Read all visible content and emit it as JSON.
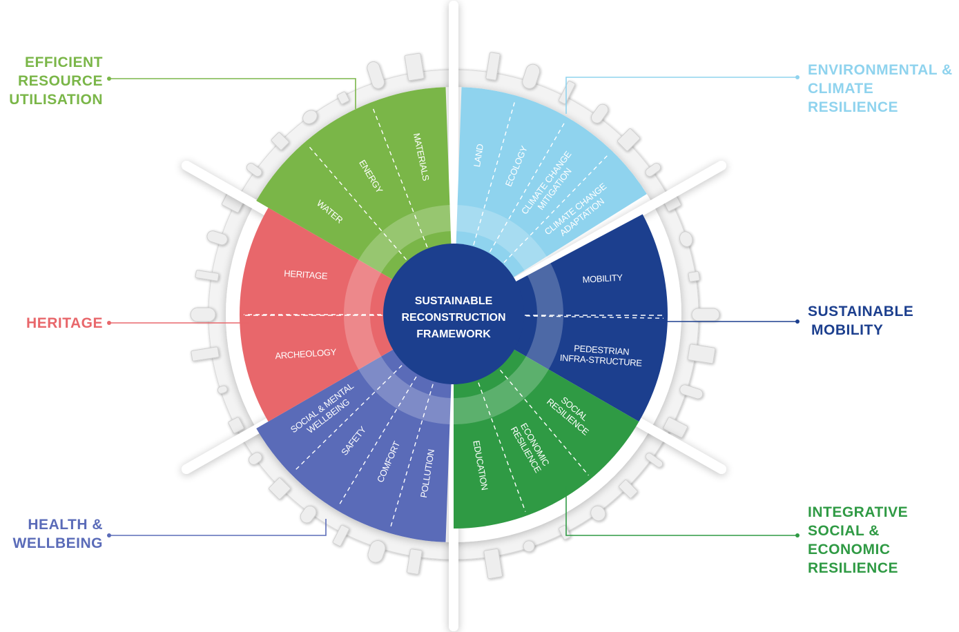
{
  "center": {
    "lines": [
      "SUSTAINABLE",
      "RECONSTRUCTION",
      "FRAMEWORK"
    ]
  },
  "categories": [
    {
      "id": "efficient",
      "lines": [
        "EFFICIENT",
        "RESOURCE",
        "UTILISATION"
      ],
      "color": "#7ab648"
    },
    {
      "id": "environment",
      "lines": [
        "ENVIRONMENTAL &",
        "CLIMATE",
        "RESILIENCE"
      ],
      "color": "#8fd3ee"
    },
    {
      "id": "mobility",
      "lines": [
        "SUSTAINABLE",
        "MOBILITY"
      ],
      "color": "#1c3f8e"
    },
    {
      "id": "integrative",
      "lines": [
        "INTEGRATIVE",
        "SOCIAL &",
        "ECONOMIC",
        "RESILIENCE"
      ],
      "color": "#2f9a44"
    },
    {
      "id": "health",
      "lines": [
        "HEALTH &",
        "WELLBEING"
      ],
      "color": "#5a6bb8"
    },
    {
      "id": "heritage",
      "lines": [
        "HERITAGE"
      ],
      "color": "#e8676b"
    }
  ],
  "segments": {
    "efficient": [
      "WATER",
      "ENERGY",
      "MATERIALS"
    ],
    "environment": [
      "LAND",
      "ECOLOGY",
      "CLIMATE CHANGE|MITIGATION",
      "CLIMATE CHANGE|ADAPTATION"
    ],
    "mobility": [
      "MOBILITY",
      "PEDESTRIAN|INFRA-STRUCTURE"
    ],
    "integrative": [
      "SOCIAL|RESILIENCE",
      "ECONOMIC|RESILIENCE",
      "EDUCATION"
    ],
    "health": [
      "POLLUTION",
      "COMFORT",
      "SAFETY",
      "SOCIAL & MENTAL|WELLBEING"
    ],
    "heritage": [
      "ARCHEOLOGY",
      "HERITAGE"
    ]
  }
}
